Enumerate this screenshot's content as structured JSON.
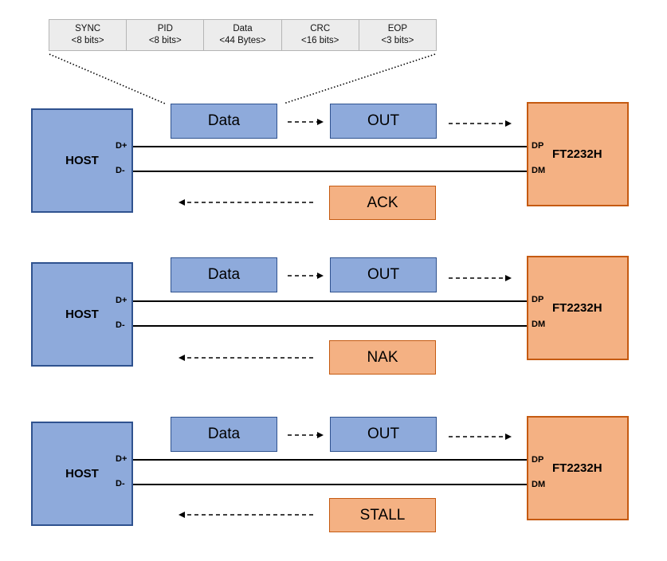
{
  "packet_fields": [
    {
      "name": "SYNC",
      "size": "<8 bits>"
    },
    {
      "name": "PID",
      "size": "<8 bits>"
    },
    {
      "name": "Data",
      "size": "<44 Bytes>"
    },
    {
      "name": "CRC",
      "size": "<16 bits>"
    },
    {
      "name": "EOP",
      "size": "<3 bits>"
    }
  ],
  "scenarios": [
    {
      "host": "HOST",
      "dplus": "D+",
      "dminus": "D-",
      "data": "Data",
      "token": "OUT",
      "device": "FT2232H",
      "dp": "DP",
      "dm": "DM",
      "response": "ACK"
    },
    {
      "host": "HOST",
      "dplus": "D+",
      "dminus": "D-",
      "data": "Data",
      "token": "OUT",
      "device": "FT2232H",
      "dp": "DP",
      "dm": "DM",
      "response": "NAK"
    },
    {
      "host": "HOST",
      "dplus": "D+",
      "dminus": "D-",
      "data": "Data",
      "token": "OUT",
      "device": "FT2232H",
      "dp": "DP",
      "dm": "DM",
      "response": "STALL"
    }
  ],
  "colors": {
    "host_fill": "#8eaadb",
    "host_border": "#2f528f",
    "device_fill": "#f4b183",
    "device_border": "#c55a11",
    "packet_header_fill": "#ececec"
  }
}
